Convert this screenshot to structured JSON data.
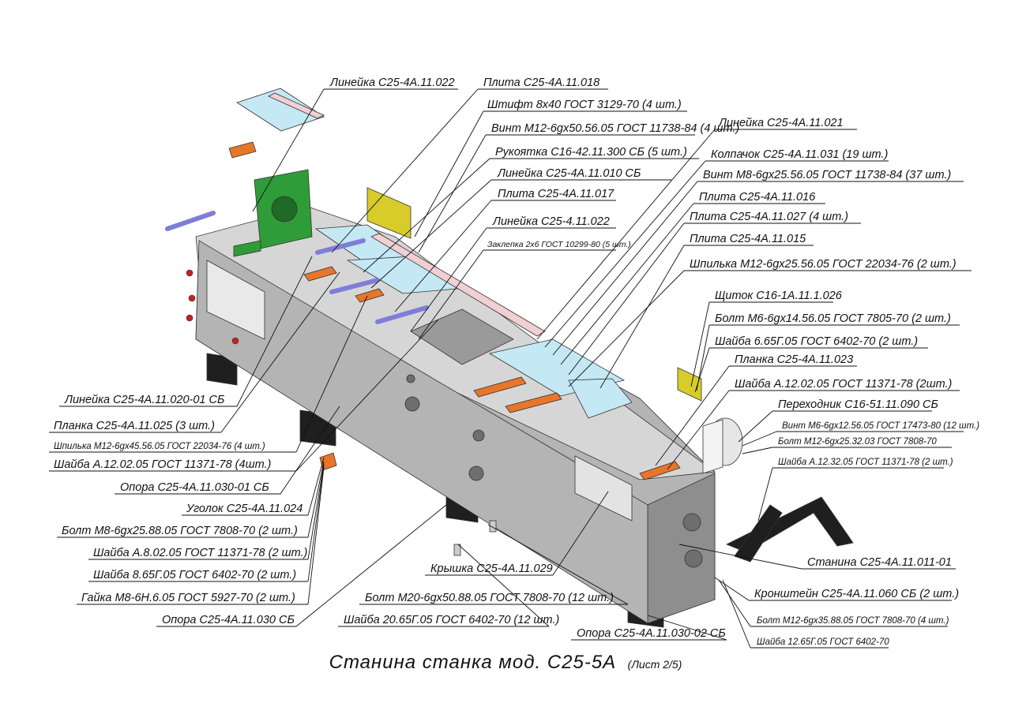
{
  "title": "Станина станка мод. С25-5А",
  "sheet": "(Лист 2/5)",
  "colors": {
    "body_gray": "#b4b4b4",
    "body_gray_dark": "#8e8e8e",
    "body_gray_light": "#d6d6d6",
    "plate_cyan": "#c4e8f4",
    "plate_orange": "#e8762a",
    "ruler_pink": "#f1cfd3",
    "handle_purple": "#7e7ed8",
    "green": "#2f9c3a",
    "yellow": "#d8cc2a",
    "support_black": "#1f1f1f",
    "line": "#111111"
  },
  "labels": [
    {
      "text": "Линейка С25-4А.11.022"
    },
    {
      "text": "Плита С25-4А.11.018"
    },
    {
      "text": "Штифт 8х40 ГОСТ 3129-70 (4 шт.)"
    },
    {
      "text": "Винт М12-6gх50.56.05 ГОСТ 11738-84 (4 шт.)"
    },
    {
      "text": "Рукоятка С16-42.11.300 СБ (5 шт.)"
    },
    {
      "text": "Линейка С25-4А.11.010 СБ"
    },
    {
      "text": "Плита С25-4А.11.017"
    },
    {
      "text": "Линейка С25-4.11.022"
    },
    {
      "text": "Заклепка 2х6 ГОСТ 10299-80 (5 шт.)"
    },
    {
      "text": "Линейка С25-4А.11.021"
    },
    {
      "text": "Колпачок С25-4А.11.031 (19 шт.)"
    },
    {
      "text": "Винт М8-6gх25.56.05 ГОСТ 11738-84 (37 шт.)"
    },
    {
      "text": "Плита С25-4А.11.016"
    },
    {
      "text": "Плита С25-4А.11.027 (4 шт.)"
    },
    {
      "text": "Плита С25-4А.11.015"
    },
    {
      "text": "Шпилька М12-6gх25.56.05 ГОСТ 22034-76 (2 шт.)"
    },
    {
      "text": "Щиток С16-1А.11.1.026"
    },
    {
      "text": "Болт М6-6gх14.56.05 ГОСТ 7805-70 (2 шт.)"
    },
    {
      "text": "Шайба 6.65Г.05 ГОСТ 6402-70 (2 шт.)"
    },
    {
      "text": "Планка С25-4А.11.023"
    },
    {
      "text": "Шайба А.12.02.05 ГОСТ 11371-78 (2шт.)"
    },
    {
      "text": "Переходник С16-51.11.090 СБ"
    },
    {
      "text": "Винт М6-6gх12.56.05 ГОСТ 17473-80 (12 шт.)"
    },
    {
      "text": "Болт М12-6gх25.32.03 ГОСТ 7808-70"
    },
    {
      "text": "Шайба А.12.32.05 ГОСТ 11371-78 (2 шт.)"
    },
    {
      "text": "Линейка С25-4А.11.020-01 СБ"
    },
    {
      "text": "Планка С25-4А.11.025 (3 шт.)"
    },
    {
      "text": "Шпилька М12-6gх45.56.05 ГОСТ 22034-76 (4 шт.)"
    },
    {
      "text": "Шайба А.12.02.05 ГОСТ 11371-78 (4шт.)"
    },
    {
      "text": "Опора С25-4А.11.030-01 СБ"
    },
    {
      "text": "Уголок С25-4А.11.024"
    },
    {
      "text": "Болт М8-6gх25.88.05 ГОСТ 7808-70 (2 шт.)"
    },
    {
      "text": "Шайба А.8.02.05 ГОСТ 11371-78 (2 шт.)"
    },
    {
      "text": "Шайба 8.65Г.05 ГОСТ 6402-70 (2 шт.)"
    },
    {
      "text": "Гайка М8-6Н.6.05 ГОСТ 5927-70 (2 шт.)"
    },
    {
      "text": "Опора С25-4А.11.030 СБ"
    },
    {
      "text": "Крышка С25-4А.11.029"
    },
    {
      "text": "Болт М20-6gх50.88.05 ГОСТ 7808-70 (12 шт.)"
    },
    {
      "text": "Шайба 20.65Г.05 ГОСТ 6402-70 (12 шт.)"
    },
    {
      "text": "Опора С25-4А.11.030-02 СБ"
    },
    {
      "text": "Станина С25-4А.11.011-01"
    },
    {
      "text": "Кронштейн С25-4А.11.060 СБ (2 шт.)"
    },
    {
      "text": "Болт М12-6gх35.88.05 ГОСТ 7808-70 (4 шт.)"
    },
    {
      "text": "Шайба 12.65Г.05 ГОСТ 6402-70"
    }
  ]
}
